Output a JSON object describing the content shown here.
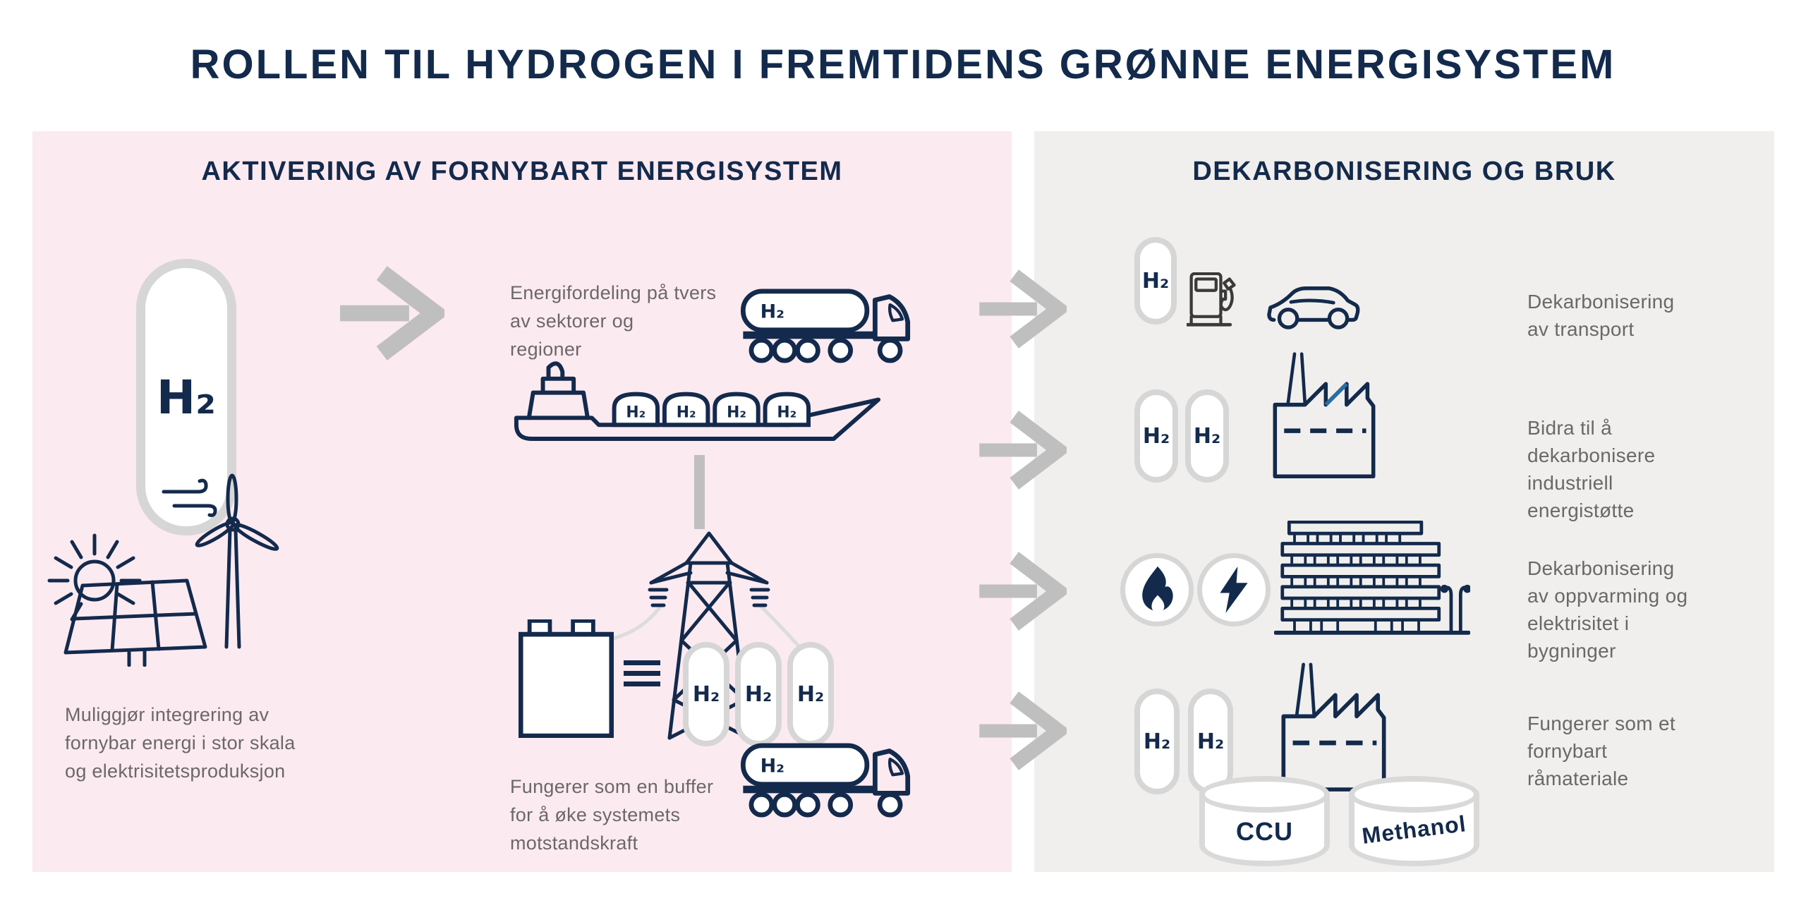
{
  "title": "ROLLEN TIL HYDROGEN I FREMTIDENS GRØNNE ENERGISYSTEM",
  "labels": {
    "h2": "H₂"
  },
  "left_panel": {
    "header": "AKTIVERING AV FORNYBART ENERGISYSTEM",
    "captions": {
      "distribution": [
        "Energifordeling på tvers",
        "av sektorer og",
        "regioner"
      ],
      "integration": [
        "Muliggjør integrering av",
        "fornybar energi i stor skala",
        "og elektrisitetsproduksjon"
      ],
      "buffer": [
        "Fungerer som en buffer",
        "for å øke systemets",
        "motstandskraft"
      ]
    }
  },
  "right_panel": {
    "header": "DEKARBONISERING OG BRUK",
    "rows": [
      {
        "lines": [
          "Dekarbonisering",
          "av transport"
        ]
      },
      {
        "lines": [
          "Bidra til å",
          "dekarbonisere",
          "industriell",
          "energistøtte"
        ]
      },
      {
        "lines": [
          "Dekarbonisering",
          "av oppvarming og",
          "elektrisitet i",
          "bygninger"
        ]
      },
      {
        "lines": [
          "Fungerer som et",
          "fornybart",
          "råmateriale"
        ]
      }
    ],
    "storage": {
      "ccu": "CCU",
      "methanol": "Methanol"
    }
  },
  "colors": {
    "navy": "#132a4c",
    "accent_blue": "#2b6da3",
    "pink_panel": "#fceaf1",
    "gray_panel": "#f0efed",
    "icon_border_gray": "#d6d6d6",
    "arrow_gray": "#bfbfbf",
    "text_gray": "#6b6868",
    "pump_dark": "#3a3a3a"
  },
  "icons": {
    "h2-tank-icon": "white capsule with gray border and H₂ label",
    "arrow-right-icon": "thick gray right arrow",
    "truck-icon": "navy outline tanker truck with H₂ tank",
    "ship-icon": "navy outline carrier ship with four H₂ domes",
    "power-line-icon": "navy transmission pylon",
    "battery-icon": "navy outline battery block",
    "sun-icon": "navy outline sun with rays",
    "solar-panel-icon": "navy outline tilted solar panel",
    "wind-turbine-icon": "navy outline wind turbine",
    "wind-icon": "navy swirl lines",
    "fuel-pump-icon": "dark outline fuel dispenser",
    "car-icon": "navy outline car",
    "factory-icon": "navy outline factory with chimney and sawtooth roof",
    "flame-icon": "navy flame in white circle",
    "lightning-icon": "navy bolt in white circle",
    "building-icon": "navy outline multi-storey building with street lamps",
    "storage-tank-icon": "gray outline cylindrical storage tank"
  }
}
